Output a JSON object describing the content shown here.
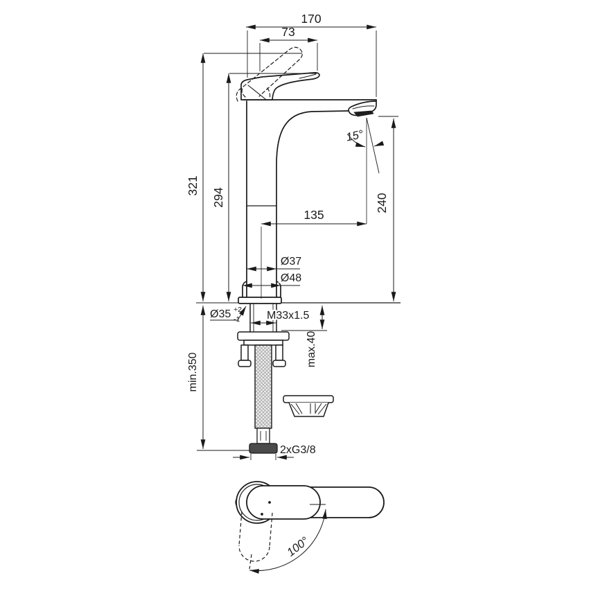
{
  "title": "basin mixer technical dimension drawing",
  "colors": {
    "line": "#1a1a1a",
    "background": "#ffffff",
    "hatch": "#9a9a9a",
    "aerator_fill": "#1f1f1f",
    "nut_fill": "#4a4a4a"
  },
  "dimensions": {
    "width_overall": "170",
    "handle_projection": "73",
    "height_overall": "321",
    "height_to_handle": "294",
    "spout_reach": "135",
    "outlet_height": "240",
    "outlet_angle": "15°",
    "body_diameter": "Ø37",
    "base_diameter": "Ø48",
    "hole_diameter": "Ø35",
    "hole_tol_upper": "+2",
    "hole_tol_lower": "-1",
    "shank_thread": "M33x1.5",
    "max_deck_thickness": "max.40",
    "min_clearance_below": "min.350",
    "supply_connections": "2xG3/8",
    "handle_swivel_angle": "100°"
  }
}
